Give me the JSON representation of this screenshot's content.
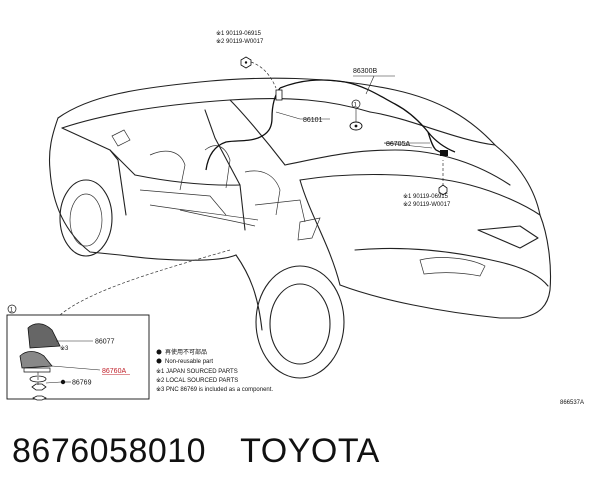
{
  "diagram": {
    "callouts": {
      "bolt_top_1": "※1 90119-06915",
      "bolt_top_2": "※2 90119-W0017",
      "harness_part": "86300B",
      "antenna_cable": "86101",
      "connector_part": "86705A",
      "bolt_rear_1": "※1 90119-06915",
      "bolt_rear_2": "※2 90119-W0017",
      "detail_marker": "1",
      "roof_marker": "1",
      "detail_antenna_cover": "86077",
      "detail_qty_note": "※3",
      "detail_antenna_assy": "86760A",
      "detail_nut": "86769",
      "drawing_code": "866537A"
    },
    "legend": {
      "non_reusable_jp": "再使用不可部品",
      "non_reusable_en": "Non-reusable part",
      "note_1": "※1 JAPAN SOURCED PARTS",
      "note_2": "※2 LOCAL SOURCED PARTS",
      "note_3": "※3 PNC 86769 is included as a component."
    }
  },
  "footer": {
    "part_number": "8676058010",
    "brand": "TOYOTA"
  }
}
